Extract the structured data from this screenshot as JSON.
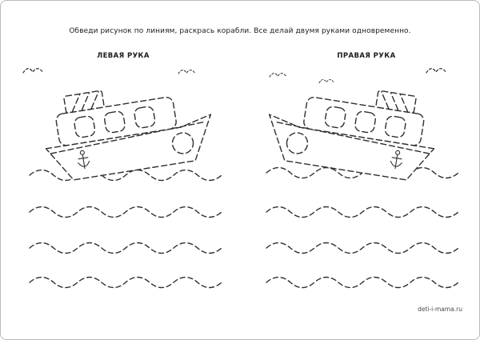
{
  "page": {
    "background": "#ffffff",
    "line_color": "#2e2e2e"
  },
  "header": {
    "title": "Обведи рисунок по линиям,  раскрась корабли. Все делай двумя руками одновременно."
  },
  "labels": {
    "left": "ЛЕВАЯ РУКА",
    "right": "ПРАВАЯ РУКА"
  },
  "footer": {
    "watermark": "deti-i-mama.ru"
  }
}
